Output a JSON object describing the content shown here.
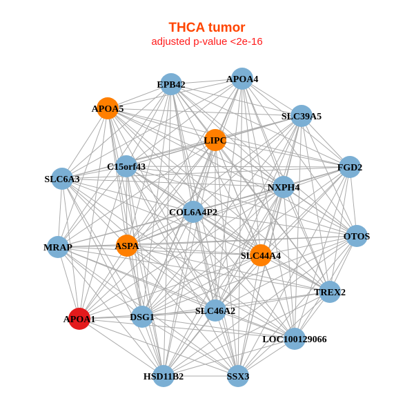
{
  "title": "THCA tumor",
  "subtitle": "adjusted p-value <2e-16",
  "colors": {
    "default": "#7BAFD4",
    "highlight": "#FF7F00",
    "primary": "#E41A1C",
    "edge": "#AAAAAA"
  },
  "nodes": [
    {
      "id": "EPB42",
      "group": "default"
    },
    {
      "id": "APOA4",
      "group": "default"
    },
    {
      "id": "APOA5",
      "group": "highlight"
    },
    {
      "id": "SLC39A5",
      "group": "default"
    },
    {
      "id": "LIPC",
      "group": "highlight"
    },
    {
      "id": "C15orf43",
      "group": "default"
    },
    {
      "id": "FGD2",
      "group": "default"
    },
    {
      "id": "SLC6A3",
      "group": "default"
    },
    {
      "id": "NXPH4",
      "group": "default"
    },
    {
      "id": "COL6A4P2",
      "group": "default"
    },
    {
      "id": "OTOS",
      "group": "default"
    },
    {
      "id": "MRAP",
      "group": "default"
    },
    {
      "id": "ASPA",
      "group": "highlight"
    },
    {
      "id": "SLC44A4",
      "group": "highlight"
    },
    {
      "id": "TREX2",
      "group": "default"
    },
    {
      "id": "APOA1",
      "group": "primary"
    },
    {
      "id": "DSG1",
      "group": "default"
    },
    {
      "id": "SLC46A2",
      "group": "default"
    },
    {
      "id": "LOC100129066",
      "group": "default"
    },
    {
      "id": "HSD11B2",
      "group": "default"
    },
    {
      "id": "SSX3",
      "group": "default"
    }
  ],
  "missing_edges": [
    [
      15,
      0
    ],
    [
      15,
      1
    ],
    [
      15,
      3
    ],
    [
      15,
      6
    ],
    [
      19,
      1
    ],
    [
      20,
      2
    ],
    [
      11,
      6
    ],
    [
      7,
      10
    ],
    [
      15,
      10
    ],
    [
      19,
      6
    ],
    [
      20,
      7
    ],
    [
      11,
      3
    ],
    [
      2,
      18
    ],
    [
      0,
      18
    ],
    [
      15,
      14
    ],
    [
      7,
      14
    ],
    [
      11,
      1
    ]
  ]
}
